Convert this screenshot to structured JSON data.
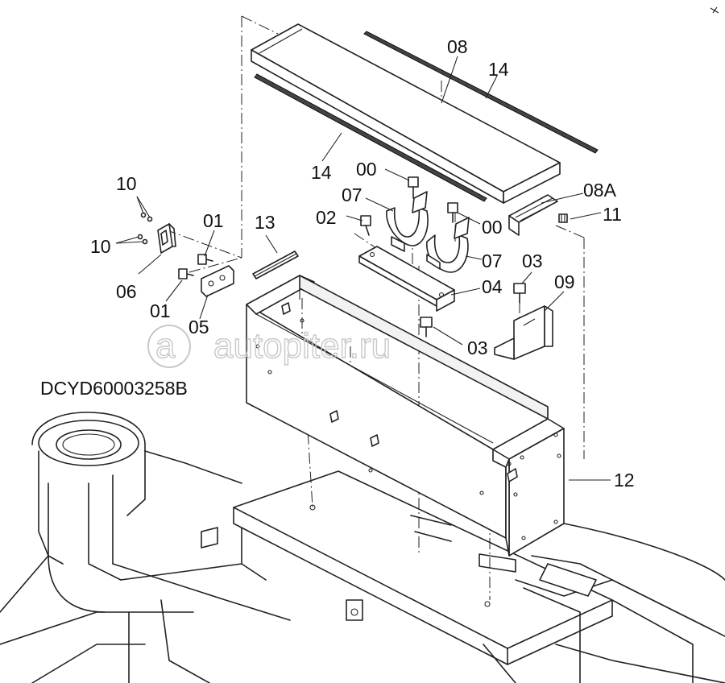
{
  "drawing_code": "DCYD60003258B",
  "watermark": "autopiter.ru",
  "callouts": {
    "c08": "08",
    "c14_top": "14",
    "c14_left": "14",
    "c00_top": "00",
    "c00_right": "00",
    "c07_left": "07",
    "c07_right": "07",
    "c08A": "08A",
    "c11": "11",
    "c02": "02",
    "c10_top": "10",
    "c10_bottom": "10",
    "c01_top": "01",
    "c01_bottom": "01",
    "c13": "13",
    "c06": "06",
    "c05": "05",
    "c03_top": "03",
    "c03_mid": "03",
    "c04": "04",
    "c09": "09",
    "c12": "12"
  }
}
